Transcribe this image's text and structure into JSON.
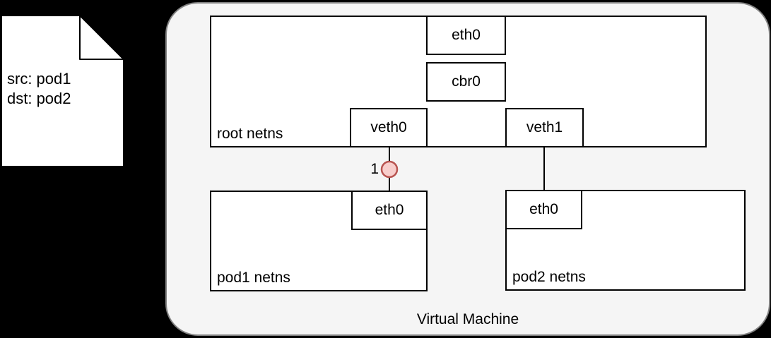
{
  "note": {
    "line1": "src: pod1",
    "line2": "dst: pod2"
  },
  "vm": {
    "label": "Virtual Machine"
  },
  "root_netns": {
    "label": "root netns",
    "eth0": "eth0",
    "cbr0": "cbr0",
    "veth0": "veth0",
    "veth1": "veth1"
  },
  "pod1_netns": {
    "label": "pod1 netns",
    "eth0": "eth0"
  },
  "pod2_netns": {
    "label": "pod2 netns",
    "eth0": "eth0"
  },
  "marker": {
    "label": "1"
  },
  "colors": {
    "background": "#000000",
    "vm_fill": "#f5f5f5",
    "vm_border": "#838383",
    "box_fill": "#ffffff",
    "box_border": "#000000",
    "marker_fill": "#f8cecc",
    "marker_stroke": "#b85450",
    "text": "#000000"
  }
}
